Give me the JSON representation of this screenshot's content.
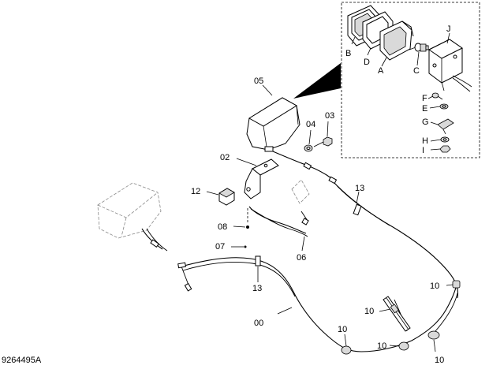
{
  "callouts": {
    "c00": "00",
    "c02": "02",
    "c03": "03",
    "c04": "04",
    "c05": "05",
    "c06": "06",
    "c07": "07",
    "c08": "08",
    "c12": "12",
    "c13a": "13",
    "c13b": "13",
    "c10a": "10",
    "c10b": "10",
    "c10c": "10",
    "c10d": "10",
    "c10e": "10"
  },
  "detail": {
    "A": "A",
    "B": "B",
    "C": "C",
    "D": "D",
    "E": "E",
    "F": "F",
    "G": "G",
    "H": "H",
    "I": "I",
    "J": "J"
  },
  "footer": {
    "drawing_number": "9264495A"
  }
}
